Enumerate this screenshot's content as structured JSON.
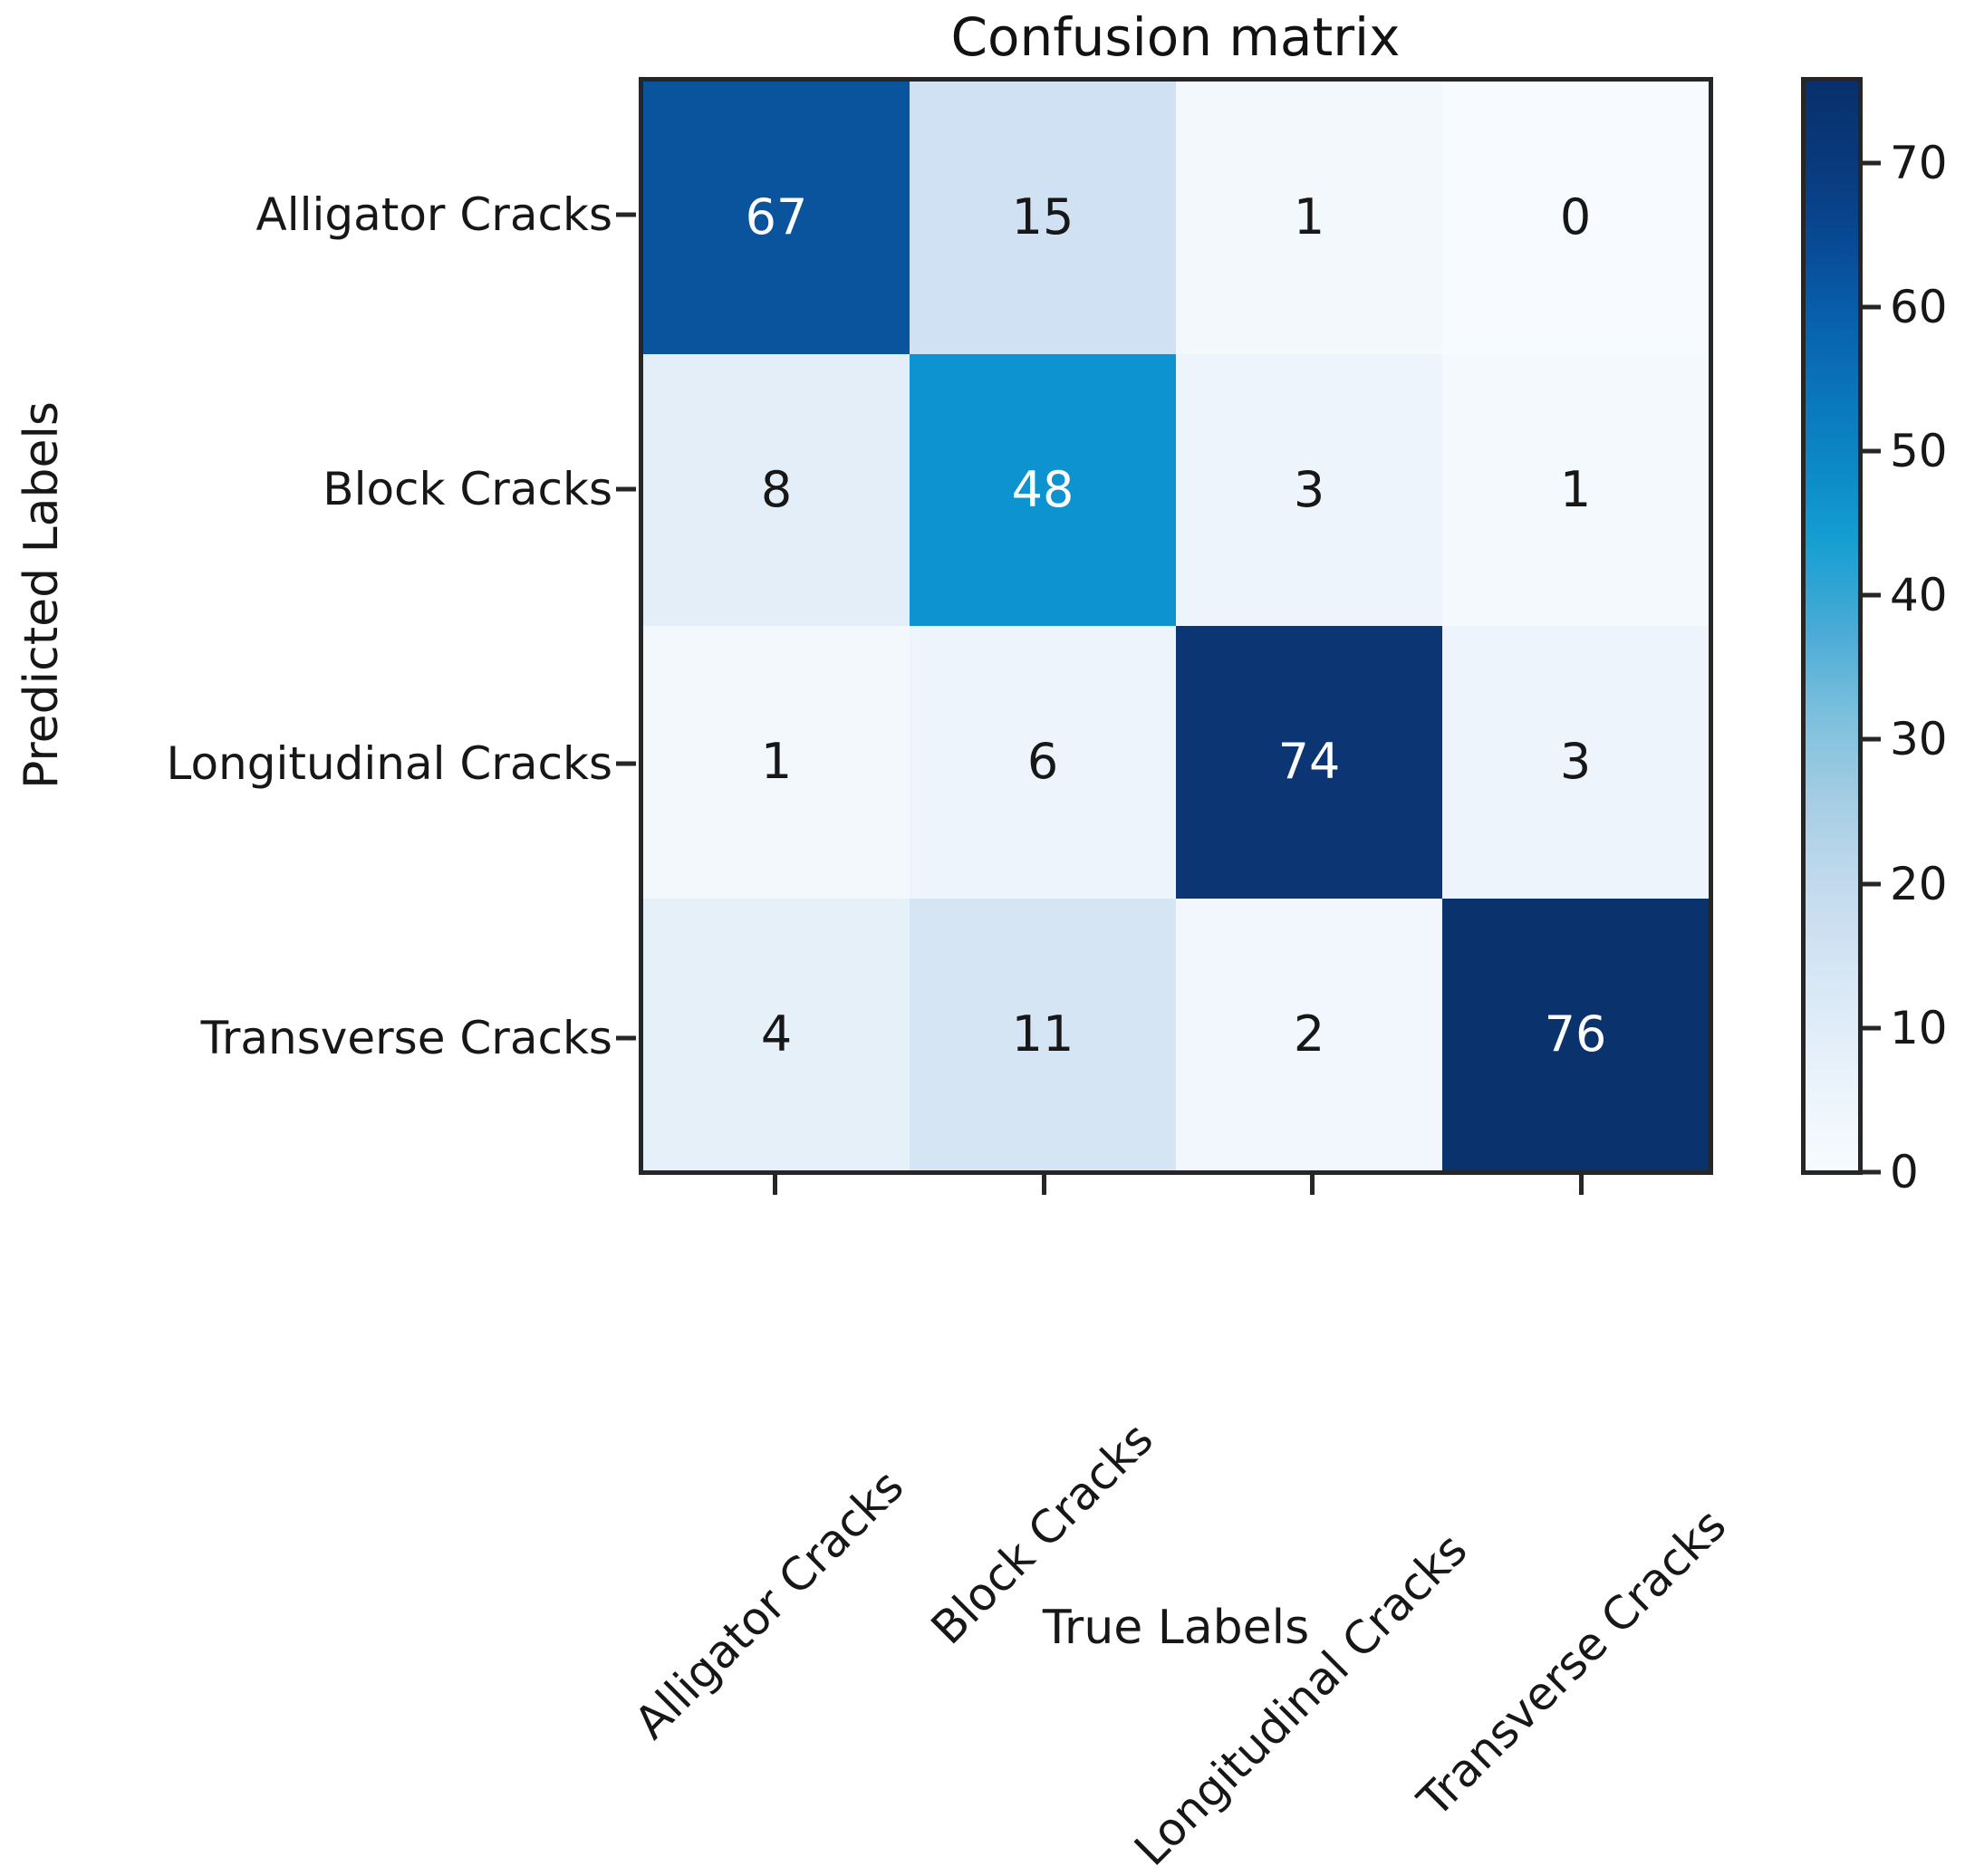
{
  "chart_data": {
    "type": "heatmap",
    "title": "Confusion matrix",
    "xlabel": "True Labels",
    "ylabel": "Predicted Labels",
    "x_categories": [
      "Alligator Cracks",
      "Block Cracks",
      "Longitudinal Cracks",
      "Transverse Cracks"
    ],
    "y_categories": [
      "Alligator Cracks",
      "Block Cracks",
      "Longitudinal Cracks",
      "Transverse Cracks"
    ],
    "rows": [
      {
        "label": "Alligator Cracks",
        "values": [
          67,
          15,
          1,
          0
        ]
      },
      {
        "label": "Block Cracks",
        "values": [
          8,
          48,
          3,
          1
        ]
      },
      {
        "label": "Longitudinal Cracks",
        "values": [
          1,
          6,
          74,
          3
        ]
      },
      {
        "label": "Transverse Cracks",
        "values": [
          4,
          11,
          2,
          76
        ]
      }
    ],
    "values_flat": [
      67,
      15,
      1,
      0,
      8,
      48,
      3,
      1,
      1,
      6,
      74,
      3,
      4,
      11,
      2,
      76
    ],
    "colorbar": {
      "ticks": [
        0,
        10,
        20,
        30,
        40,
        50,
        60,
        70
      ],
      "vmin": 0,
      "vmax": 76,
      "colormap": "Blues-like (white -> cyan -> navy)",
      "position": "right"
    },
    "grid": false,
    "annotations_shown": true,
    "colors": {
      "cmap_low": "#f7fbff",
      "cmap_mid": "#0d93d0",
      "cmap_high": "#08306b",
      "axis": "#262626",
      "text_dark": "#171717",
      "text_light": "#ffffff"
    }
  }
}
